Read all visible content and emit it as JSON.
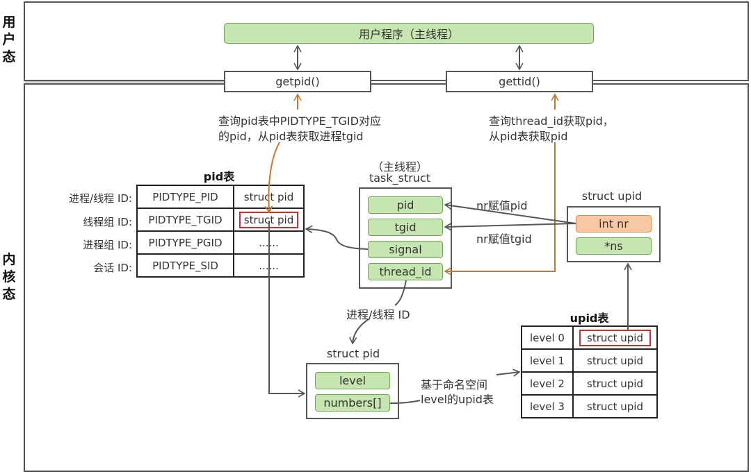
{
  "side_labels": {
    "user_mode": "用户态",
    "kernel_mode": "内核态"
  },
  "user_space": {
    "program_label": "用户程序（主线程）",
    "getpid_label": "getpid()",
    "gettid_label": "gettid()"
  },
  "annotations": {
    "getpid_note_line1": "查询pid表中PIDTYPE_TGID对应",
    "getpid_note_line2": "的pid，从pid表获取进程tgid",
    "gettid_note_line1": "查询thread_id获取pid，",
    "gettid_note_line2": "从pid表获取pid",
    "nr_to_pid": "nr赋值pid",
    "nr_to_tgid": "nr赋值tgid",
    "process_thread_id": "进程/线程 ID",
    "namespace_note_line1": "基于命名空间",
    "namespace_note_line2": "level的upid表"
  },
  "pid_table": {
    "title": "pid表",
    "rows": [
      {
        "label": "进程/线程 ID:",
        "type": "PIDTYPE_PID",
        "value": "struct pid",
        "highlighted": false
      },
      {
        "label": "线程组 ID:",
        "type": "PIDTYPE_TGID",
        "value": "struct pid",
        "highlighted": true
      },
      {
        "label": "进程组 ID:",
        "type": "PIDTYPE_PGID",
        "value": "......",
        "highlighted": false
      },
      {
        "label": "会话 ID:",
        "type": "PIDTYPE_SID",
        "value": "......",
        "highlighted": false
      }
    ]
  },
  "task_struct": {
    "title_line1": "（主线程）",
    "title_line2": "task_struct",
    "fields": [
      "pid",
      "tgid",
      "signal",
      "thread_id"
    ]
  },
  "struct_upid": {
    "title": "struct upid",
    "fields": [
      "int nr",
      "*ns"
    ]
  },
  "struct_pid": {
    "title": "struct pid",
    "fields": [
      "level",
      "numbers[]"
    ]
  },
  "upid_table": {
    "title": "upid表",
    "rows": [
      {
        "level": "level 0",
        "value": "struct upid",
        "highlighted": true
      },
      {
        "level": "level 1",
        "value": "struct upid",
        "highlighted": false
      },
      {
        "level": "level 2",
        "value": "struct upid",
        "highlighted": false
      },
      {
        "level": "level 3",
        "value": "struct upid",
        "highlighted": false
      }
    ]
  },
  "colors": {
    "green_fill": "#c6e5b0",
    "green_border": "#6da94e",
    "orange_fill": "#f8c8a4",
    "orange_border": "#e08a4e",
    "orange_arrow": "#c8772f",
    "highlight_red": "#c9302c",
    "gray_arrow": "#555555"
  }
}
